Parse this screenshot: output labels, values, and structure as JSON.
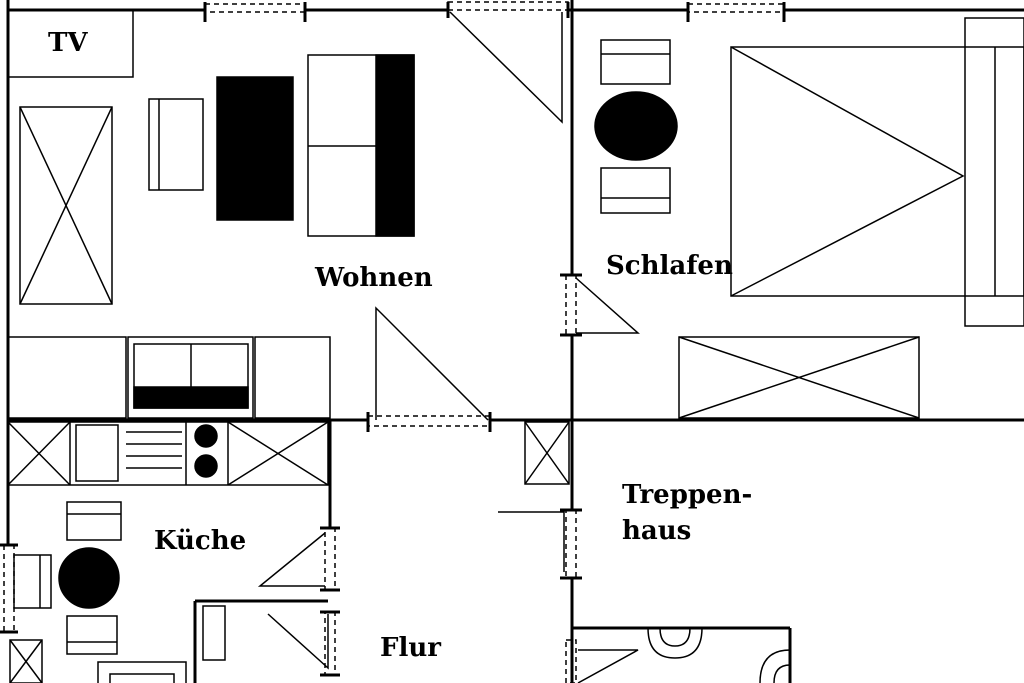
{
  "labels": {
    "tv": "TV",
    "wohnen": "Wohnen",
    "schlafen": "Schlafen",
    "kueche": "Küche",
    "treppenhaus_line1": "Treppen-",
    "treppenhaus_line2": "haus",
    "flur": "Flur"
  }
}
